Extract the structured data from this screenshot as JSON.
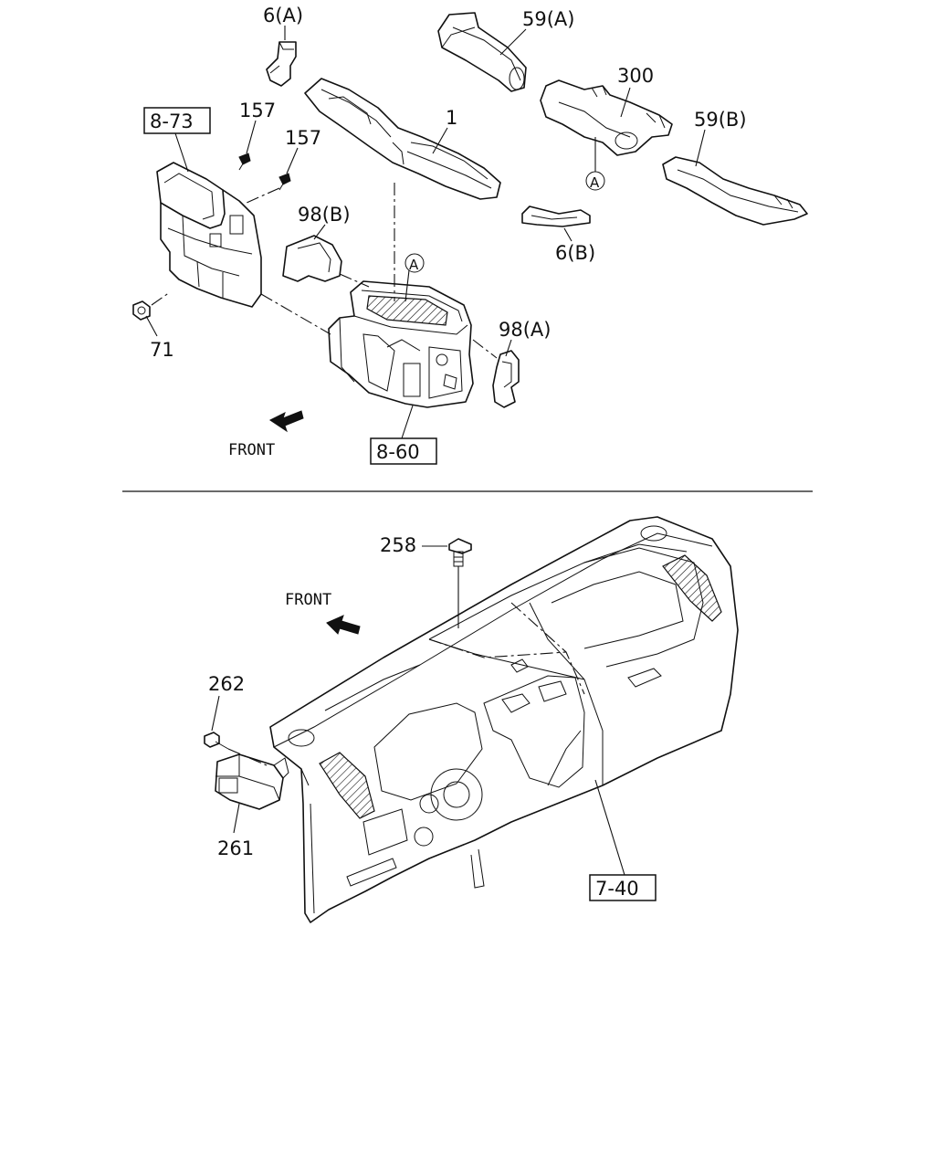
{
  "upper": {
    "labels": {
      "l_6a": "6(A)",
      "l_59a": "59(A)",
      "l_300": "300",
      "l_59b": "59(B)",
      "l_157a": "157",
      "l_157b": "157",
      "l_1": "1",
      "l_98b": "98(B)",
      "l_6b": "6(B)",
      "l_98a": "98(A)",
      "l_71": "71",
      "l_circle_a_top": "A",
      "l_circle_a_mid": "A"
    },
    "refs": {
      "r_873": "8-73",
      "r_860": "8-60"
    },
    "front": "FRONT"
  },
  "lower": {
    "labels": {
      "l_258": "258",
      "l_262": "262",
      "l_261": "261"
    },
    "refs": {
      "r_740": "7-40"
    },
    "front": "FRONT"
  }
}
